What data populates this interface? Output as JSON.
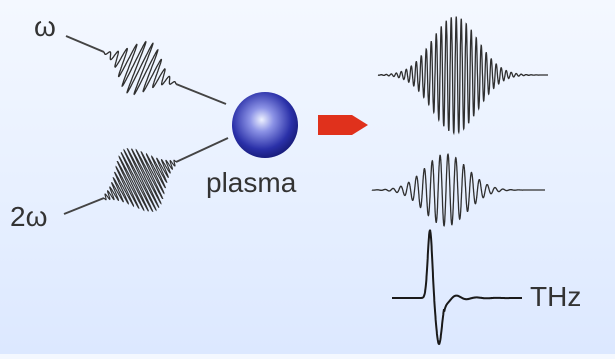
{
  "labels": {
    "omega": "ω",
    "two_omega": "2ω",
    "plasma": "plasma",
    "thz": "THz"
  },
  "colors": {
    "background_top": "#f4f8ff",
    "background_bottom": "#dce8ff",
    "wave_stroke": "#2f2f2f",
    "plasma_ball_highlight": "#e8ecff",
    "plasma_ball_dark": "#1b1f8a",
    "arrow_red": "#e0311c",
    "text": "#333333"
  },
  "icons": {
    "plasma": "plasma-sphere-icon",
    "arrow": "red-arrow-icon"
  }
}
